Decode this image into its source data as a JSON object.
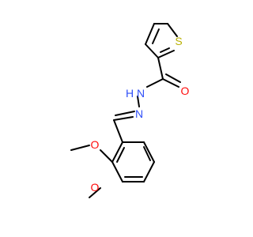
{
  "molecule": {
    "colors": {
      "bond": "#000000",
      "sulfur": "#b8b000",
      "oxygen": "#ff0d0d",
      "nitrogen": "#3050f8"
    },
    "atoms": {
      "sulfur": "S",
      "carbonyl_oxygen": "O",
      "amide_nitrogen": "N",
      "amide_hydrogen": "H",
      "imine_nitrogen": "N",
      "methoxy_oxygen_1": "O",
      "methoxy_oxygen_2": "O"
    }
  }
}
